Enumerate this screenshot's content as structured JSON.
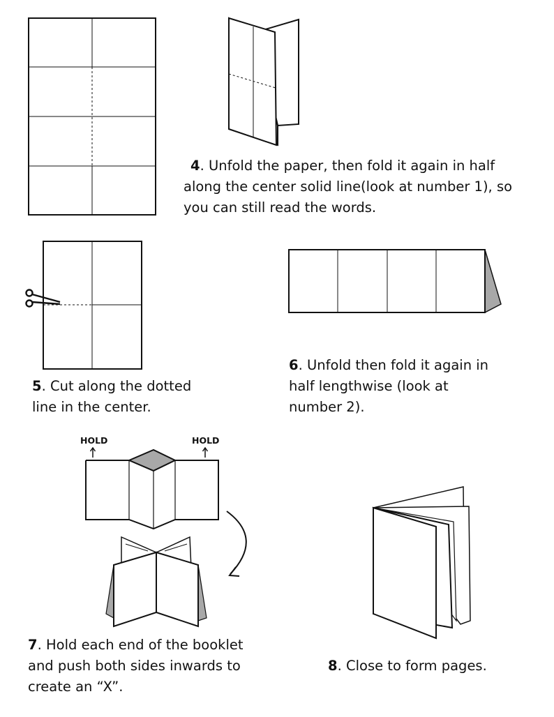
{
  "steps": {
    "step4": {
      "number": "4",
      "lines": [
        ". Unfold the paper, then fold it again in half",
        "along the center solid line(look at number 1), so",
        "you can still read the words."
      ]
    },
    "step5": {
      "number": "5",
      "lines": [
        ". Cut along the dotted",
        "line in the center."
      ]
    },
    "step6": {
      "number": "6",
      "lines": [
        ". Unfold then fold it again in",
        "half lengthwise (look  at",
        "number 2)."
      ]
    },
    "step7": {
      "number": "7",
      "lines": [
        ". Hold each end of the booklet",
        "and push both sides inwards to",
        "create an “X”."
      ]
    },
    "step8": {
      "number": "8",
      "lines": [
        ". Close to form pages."
      ]
    }
  },
  "hold_labels": {
    "left": "HOLD",
    "right": "HOLD"
  },
  "icons": {
    "scissors": "scissors-icon",
    "curved_arrow": "curved-arrow-icon",
    "up_arrow": "arrow-up-icon"
  },
  "colors": {
    "ink": "#111111",
    "fold_shade": "#a8a8a8"
  }
}
